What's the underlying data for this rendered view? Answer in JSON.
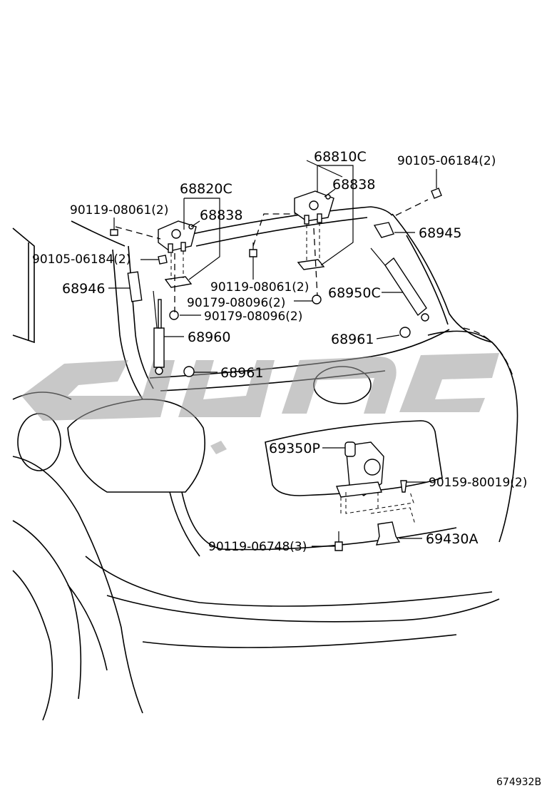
{
  "parts": {
    "p_68810C": "68810C",
    "p_90105_06184_top": "90105-06184(2)",
    "p_68838_right": "68838",
    "p_68820C": "68820C",
    "p_90119_08061_left": "90119-08061(2)",
    "p_68838_left": "68838",
    "p_68945": "68945",
    "p_90105_06184_left": "90105-06184(2)",
    "p_68946": "68946",
    "p_90119_08061_mid": "90119-08061(2)",
    "p_90179_08096_a": "90179-08096(2)",
    "p_68950C": "68950C",
    "p_90179_08096_b": "90179-08096(2)",
    "p_68960": "68960",
    "p_68961_right": "68961",
    "p_68961_left": "68961",
    "p_69350P": "69350P",
    "p_90159_80019": "90159-80019(2)",
    "p_90119_06748": "90119-06748(3)",
    "p_69430A": "69430A"
  },
  "figure_ref": "674932B"
}
